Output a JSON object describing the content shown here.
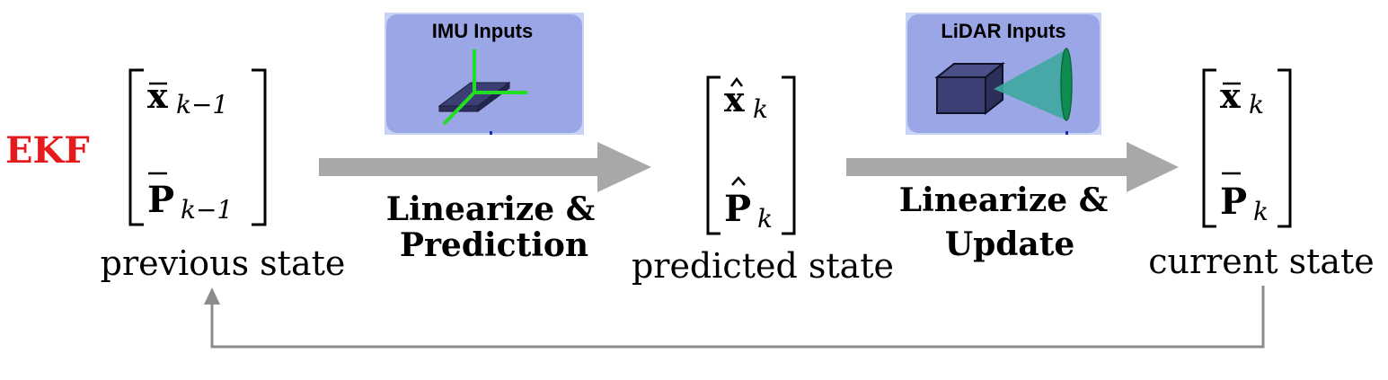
{
  "title": "EKF",
  "colors": {
    "title": "#e41a1c",
    "arrow": "#a8a8a8",
    "feedback": "#8c8c8c",
    "panel": "#9aa6e6",
    "panel_border": "#c8d2f4",
    "sensor_box": "#3b3f73",
    "imu_axes": "#22dd22",
    "lidar_beam": "#3fa7a0"
  },
  "states": [
    {
      "label": "previous state",
      "x_symbol": "x",
      "x_accent": "bar",
      "p_symbol": "P",
      "p_accent": "bar",
      "subscript": "k−1"
    },
    {
      "label": "predicted state",
      "x_symbol": "x",
      "x_accent": "hat",
      "p_symbol": "P",
      "p_accent": "hat",
      "subscript": "k"
    },
    {
      "label": "current state",
      "x_symbol": "x",
      "x_accent": "bar",
      "p_symbol": "P",
      "p_accent": "bar",
      "subscript": "k"
    }
  ],
  "steps": [
    {
      "line1": "Linearize &",
      "line2": "Prediction"
    },
    {
      "line1": "Linearize &",
      "line2": "Update"
    }
  ],
  "inputs": [
    {
      "label": "IMU Inputs",
      "icon": "imu-sensor-icon"
    },
    {
      "label": "LiDAR Inputs",
      "icon": "lidar-sensor-icon"
    }
  ]
}
